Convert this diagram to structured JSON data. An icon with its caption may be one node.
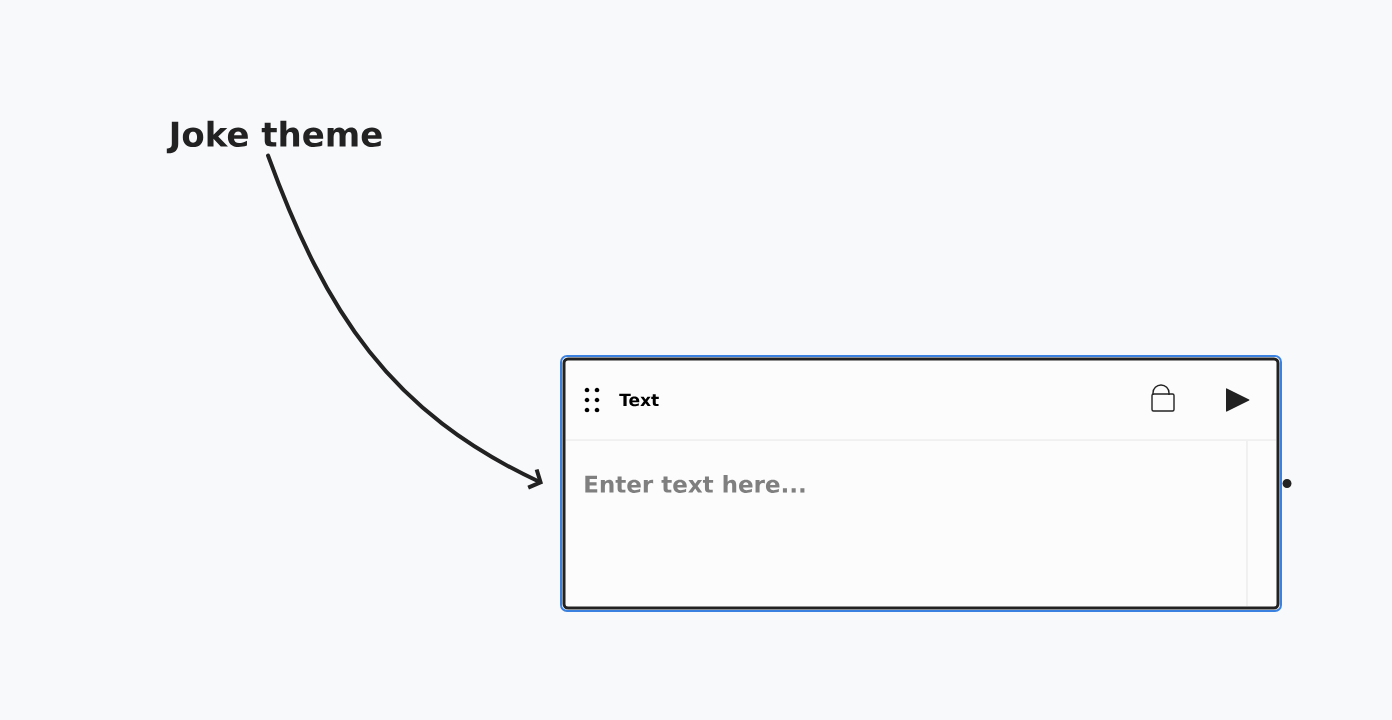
{
  "diagram": {
    "nodes": [
      {
        "text": [
          "Joke theme"
        ]
      },
      {
        "text": [
          "Text",
          "Enter text here..."
        ]
      }
    ],
    "edges": [
      {
        "from": 0,
        "to": 1,
        "arrow": "to"
      }
    ]
  }
}
